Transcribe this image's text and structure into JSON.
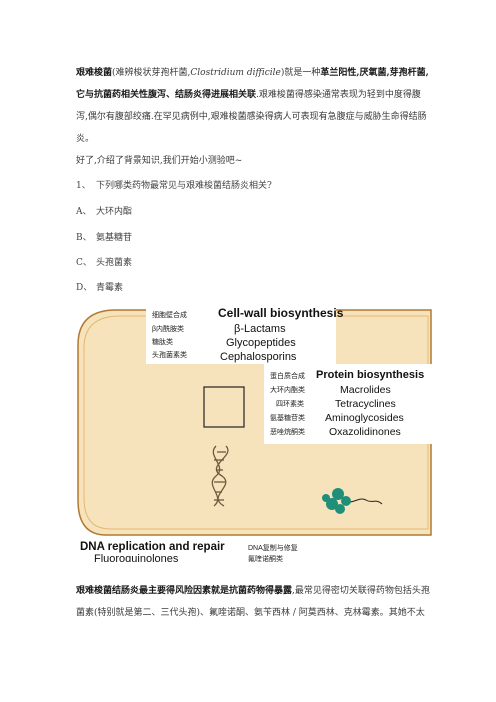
{
  "intro": {
    "term": "艰难梭菌",
    "paren_open": "(难辨梭状芽孢杆菌,",
    "latin": "Clostridium difficile",
    "paren_close": ")就是一种",
    "bold1": "革兰阳性,厌氧菌,芽孢杆菌,",
    "line2_bold": "它与抗菌药相关性腹泻、结肠炎得进展相关联",
    "line2_rest": ".艰难梭菌得感染通常表现为轻到中度得腹",
    "line3": "泻,偶尔有腹部绞痛.在罕见病例中,艰难梭菌感染得病人可表现有急腹症与威胁生命得结肠",
    "line4": "炎。",
    "line5": "好了,介绍了背景知识,我们开始小测验吧~"
  },
  "question": {
    "number": "1、",
    "text": "下列哪类药物最常见与艰难梭菌结肠炎相关?"
  },
  "options": [
    {
      "letter": "A、",
      "text": "大环内酯"
    },
    {
      "letter": "B、",
      "text": "氨基糖苷"
    },
    {
      "letter": "C、",
      "text": "头孢菌素"
    },
    {
      "letter": "D、",
      "text": "青霉素"
    }
  ],
  "figure": {
    "cell_wall": {
      "cn_title": "细胞壁合成",
      "cn_items": [
        "β内酰胺类",
        "糖肽类",
        "头孢菌素类"
      ],
      "en_title": "Cell-wall biosynthesis",
      "en_items": [
        "β-Lactams",
        "Glycopeptides",
        "Cephalosporins"
      ]
    },
    "protein": {
      "cn_title": "蛋白质合成",
      "cn_items": [
        "大环内酯类",
        "四环素类",
        "氨基糖苷类",
        "恶唑烷酮类"
      ],
      "en_title": "Protein biosynthesis",
      "en_items": [
        "Macrolides",
        "Tetracyclines",
        "Aminoglycosides",
        "Oxazolidinones"
      ]
    },
    "dna": {
      "en_title": "DNA replication and repair",
      "en_item": "Fluoroquinolones",
      "cn_title": "DNA复制与修复",
      "cn_item": "氟喹诺酮类"
    },
    "colors": {
      "cell_fill": "#f7e3bb",
      "cell_outline": "#b07a33",
      "ribosome": "#1f8f7a"
    }
  },
  "bottom": {
    "bold": "艰难梭菌结肠炎最主要得风险因素就是抗菌药物得暴露",
    "rest1": ",最常见得密切关联得药物包括头孢",
    "line2": "菌素(特别就是第二、三代头孢)、氟喹诺酮、氨苄西林 / 阿莫西林、克林霉素。其她不太"
  }
}
